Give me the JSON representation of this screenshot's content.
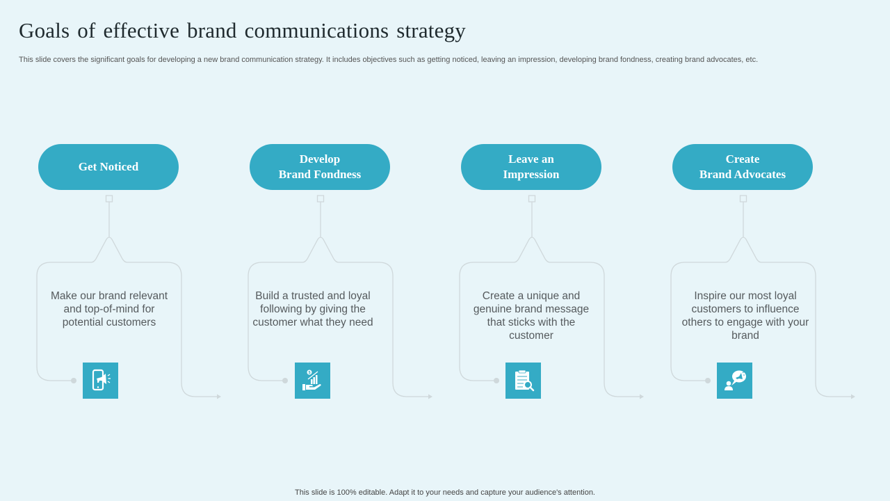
{
  "slide": {
    "title": "Goals of effective brand communications strategy",
    "subtitle": "This slide covers the significant goals for developing a new brand communication strategy. It includes objectives such as getting noticed, leaving an impression, developing brand fondness, creating brand advocates, etc.",
    "footer": "This slide is 100% editable. Adapt it to your needs and capture your audience's attention."
  },
  "colors": {
    "background": "#e8f5f9",
    "accent": "#34abc5",
    "connector": "#cfd8db",
    "text": "#555a5d"
  },
  "steps": [
    {
      "heading": "Get Noticed",
      "description": "Make our brand relevant and top-of-mind for potential customers",
      "icon": "smartphone-megaphone-icon"
    },
    {
      "heading": "Develop\nBrand Fondness",
      "description": "Build a trusted and loyal following by giving the customer what they need",
      "icon": "hand-growth-chart-icon"
    },
    {
      "heading": "Leave an\nImpression",
      "description": "Create a unique and genuine brand message that sticks with the customer",
      "icon": "clipboard-search-icon"
    },
    {
      "heading": "Create\nBrand Advocates",
      "description": "Inspire our most loyal customers to influence others to engage with your brand",
      "icon": "user-speech-megaphone-icon"
    }
  ]
}
